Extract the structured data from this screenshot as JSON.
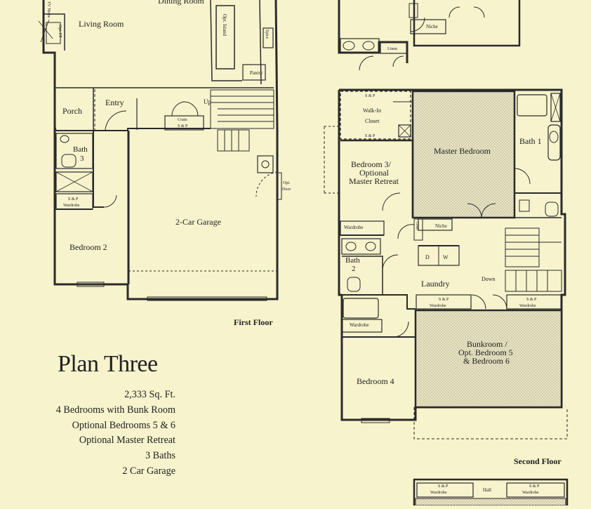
{
  "plan": {
    "title": "Plan Three",
    "specs": [
      "2,333 Sq. Ft.",
      "4 Bedrooms with Bunk Room",
      "Optional Bedrooms 5 & 6",
      "Optional Master Retreat",
      "3 Baths",
      "2 Car Garage"
    ]
  },
  "floors": {
    "first": "First Floor",
    "second": "Second Floor"
  },
  "first_floor_labels": {
    "dining": "Dining Room",
    "living": "Living Room",
    "porch": "Porch",
    "entry": "Entry",
    "up": "Up",
    "coats": "Coats",
    "sp": "S & P",
    "pantry": "Pantry",
    "opt_island": "Opt. Island",
    "opt_fp": "Opt. FP",
    "bath": "Bath",
    "bath_num": "3",
    "wardrobe": "Wardrobe",
    "bedroom2": "Bedroom 2",
    "garage": "2-Car Garage",
    "opt_door": "Opt. Door",
    "spice": "Spice",
    "tv_niche": "TV Niche"
  },
  "second_floor_labels": {
    "niche": "Niche",
    "linen": "Linen",
    "walkin": "Walk-In",
    "closet": "Closet",
    "master": "Master Bedroom",
    "bath1": "Bath 1",
    "bedroom3_l1": "Bedroom 3/",
    "bedroom3_l2": "Optional",
    "bedroom3_l3": "Master Retreat",
    "wardrobe": "Wardrobe",
    "bath2": "Bath",
    "bath2_num": "2",
    "laundry": "Laundry",
    "down": "Down",
    "d": "D",
    "w": "W",
    "bunk_l1": "Bunkroom /",
    "bunk_l2": "Opt. Bedroom 5",
    "bunk_l3": "& Bedroom 6",
    "bedroom4": "Bedroom 4",
    "hall": "Hall",
    "sp": "S & P"
  }
}
